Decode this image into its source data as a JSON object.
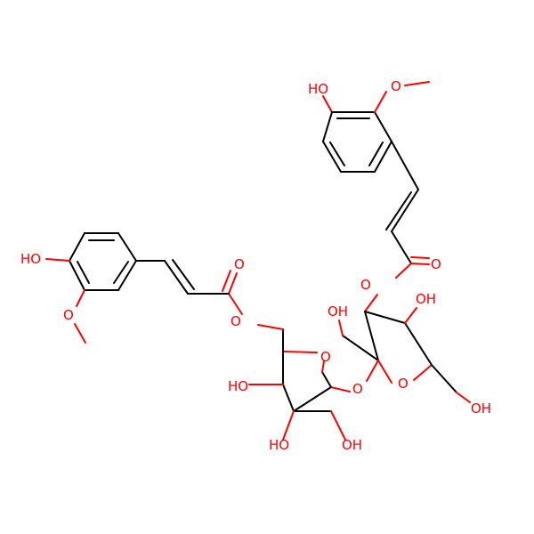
{
  "colors": {
    "background": "#ffffff",
    "carbon_bond": "#000000",
    "heteroatom": "#ff0000"
  },
  "atom_labels": {
    "oh_top": "HO",
    "ome_top": "O",
    "ester_o_top": "O",
    "ester_o3": "O",
    "oh_c4_furanose": "OH",
    "oh_c1_furanose": "OH",
    "ring_o_furanose": "O",
    "oh_c6_furanose": "OH",
    "glycosidic_o": "O",
    "ho_left": "HO",
    "ome_left": "O",
    "ester_o_left": "O",
    "ester_o6": "O",
    "ring_o_pyranose": "O",
    "ho_c4_pyranose": "HO",
    "ho_c3_pyranose": "HO",
    "oh_c2_pyranose": "OH"
  }
}
